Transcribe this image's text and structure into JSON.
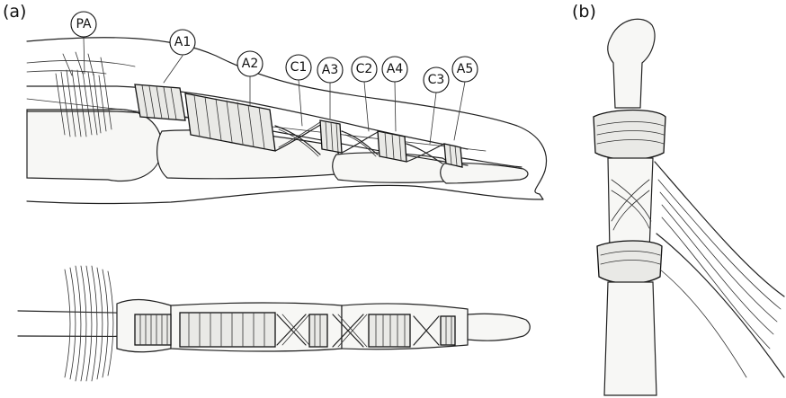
{
  "panels": {
    "a": {
      "label": "(a)"
    },
    "b": {
      "label": "(b)"
    }
  },
  "pulleys": [
    {
      "key": "pa",
      "label": "PA",
      "icon": "palmar-aponeurosis-pulley"
    },
    {
      "key": "a1",
      "label": "A1",
      "icon": "annular-pulley"
    },
    {
      "key": "a2",
      "label": "A2",
      "icon": "annular-pulley"
    },
    {
      "key": "c1",
      "label": "C1",
      "icon": "cruciate-pulley"
    },
    {
      "key": "a3",
      "label": "A3",
      "icon": "annular-pulley"
    },
    {
      "key": "c2",
      "label": "C2",
      "icon": "cruciate-pulley"
    },
    {
      "key": "a4",
      "label": "A4",
      "icon": "annular-pulley"
    },
    {
      "key": "c3",
      "label": "C3",
      "icon": "cruciate-pulley"
    },
    {
      "key": "a5",
      "label": "A5",
      "icon": "annular-pulley"
    }
  ]
}
